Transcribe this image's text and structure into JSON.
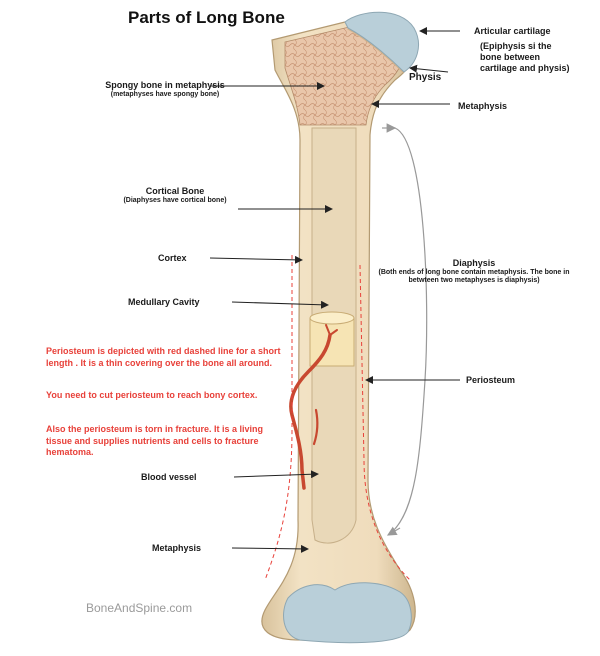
{
  "title": "Parts of Long Bone",
  "labels": {
    "articular_cartilage": "Articular cartilage",
    "articular_note": "(Epiphysis si the bone between cartilage and physis)",
    "physis": "Physis",
    "metaphysis_upper": "Metaphysis",
    "spongy_bone": "Spongy bone in metaphysis",
    "spongy_note": "(metaphyses have spongy bone)",
    "cortical_bone": "Cortical Bone",
    "cortical_note": "(Diaphyses have cortical bone)",
    "cortex": "Cortex",
    "diaphysis": "Diaphysis",
    "diaphysis_note": "(Both ends of long bone contain metaphysis. The bone in betwteen two  metaphyses is diaphysis)",
    "medullary_cavity": "Medullary Cavity",
    "periosteum": "Periosteum",
    "blood_vessel": "Blood vessel",
    "metaphysis_lower": "Metaphysis"
  },
  "notes": {
    "note1": "Periosteum is depicted with red dashed line for a short length . It is a thin covering over the bone all around.",
    "note2": " You need to cut periosteum to reach bony cortex.",
    "note3": "Also the periosteum is torn in fracture. It is a living tissue and supplies nutrients and cells to fracture hematoma."
  },
  "watermark": "BoneAndSpine.com",
  "colors": {
    "bone": "#efdcbc",
    "bone_shadow": "#c7b08a",
    "cartilage": "#b9cfd9",
    "spongy": "#e4bca0",
    "medullary": "#f6e4b4",
    "vessel": "#c84830",
    "note_red": "#e8413a"
  }
}
